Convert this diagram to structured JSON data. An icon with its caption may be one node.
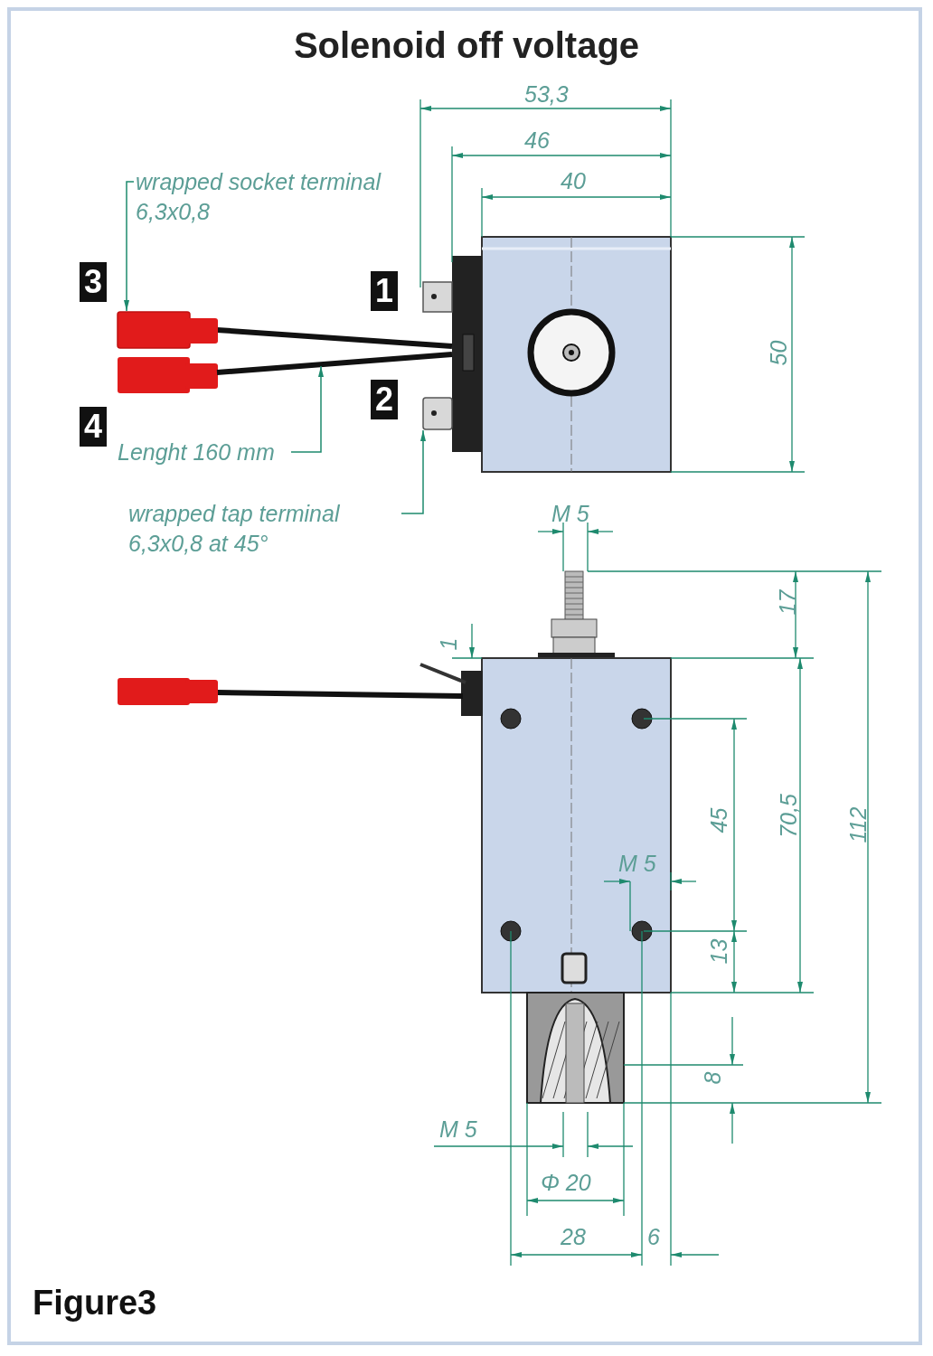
{
  "diagram": {
    "title": "Solenoid off voltage",
    "caption": "Figure3",
    "nodes": [
      {
        "text": [
          "wrapped socket terminal 6,3x0,8"
        ]
      },
      {
        "text": [],
        "shape": "box"
      },
      {
        "text": [
          "Lenght 160 mm"
        ]
      },
      {
        "text": [],
        "shape": "picture"
      },
      {
        "text": [
          "wrapped tap terminal 6,3x0,8 at 45°"
        ]
      },
      {
        "text": [],
        "shape": "box"
      }
    ],
    "edges": [
      {
        "from": 0,
        "to": 1,
        "arrow": "to"
      },
      {
        "from": 2,
        "to": 3,
        "arrow": "to"
      },
      {
        "from": 4,
        "to": 5,
        "arrow": "to"
      }
    ],
    "labels": [
      "53,3",
      "46",
      "40",
      "3",
      "1",
      "50",
      "2",
      "4",
      "M 5",
      "17",
      "1",
      "45",
      "70,5",
      "112",
      "M 5",
      "13",
      "8",
      "M 5",
      "Φ 20",
      "28",
      "6"
    ]
  }
}
